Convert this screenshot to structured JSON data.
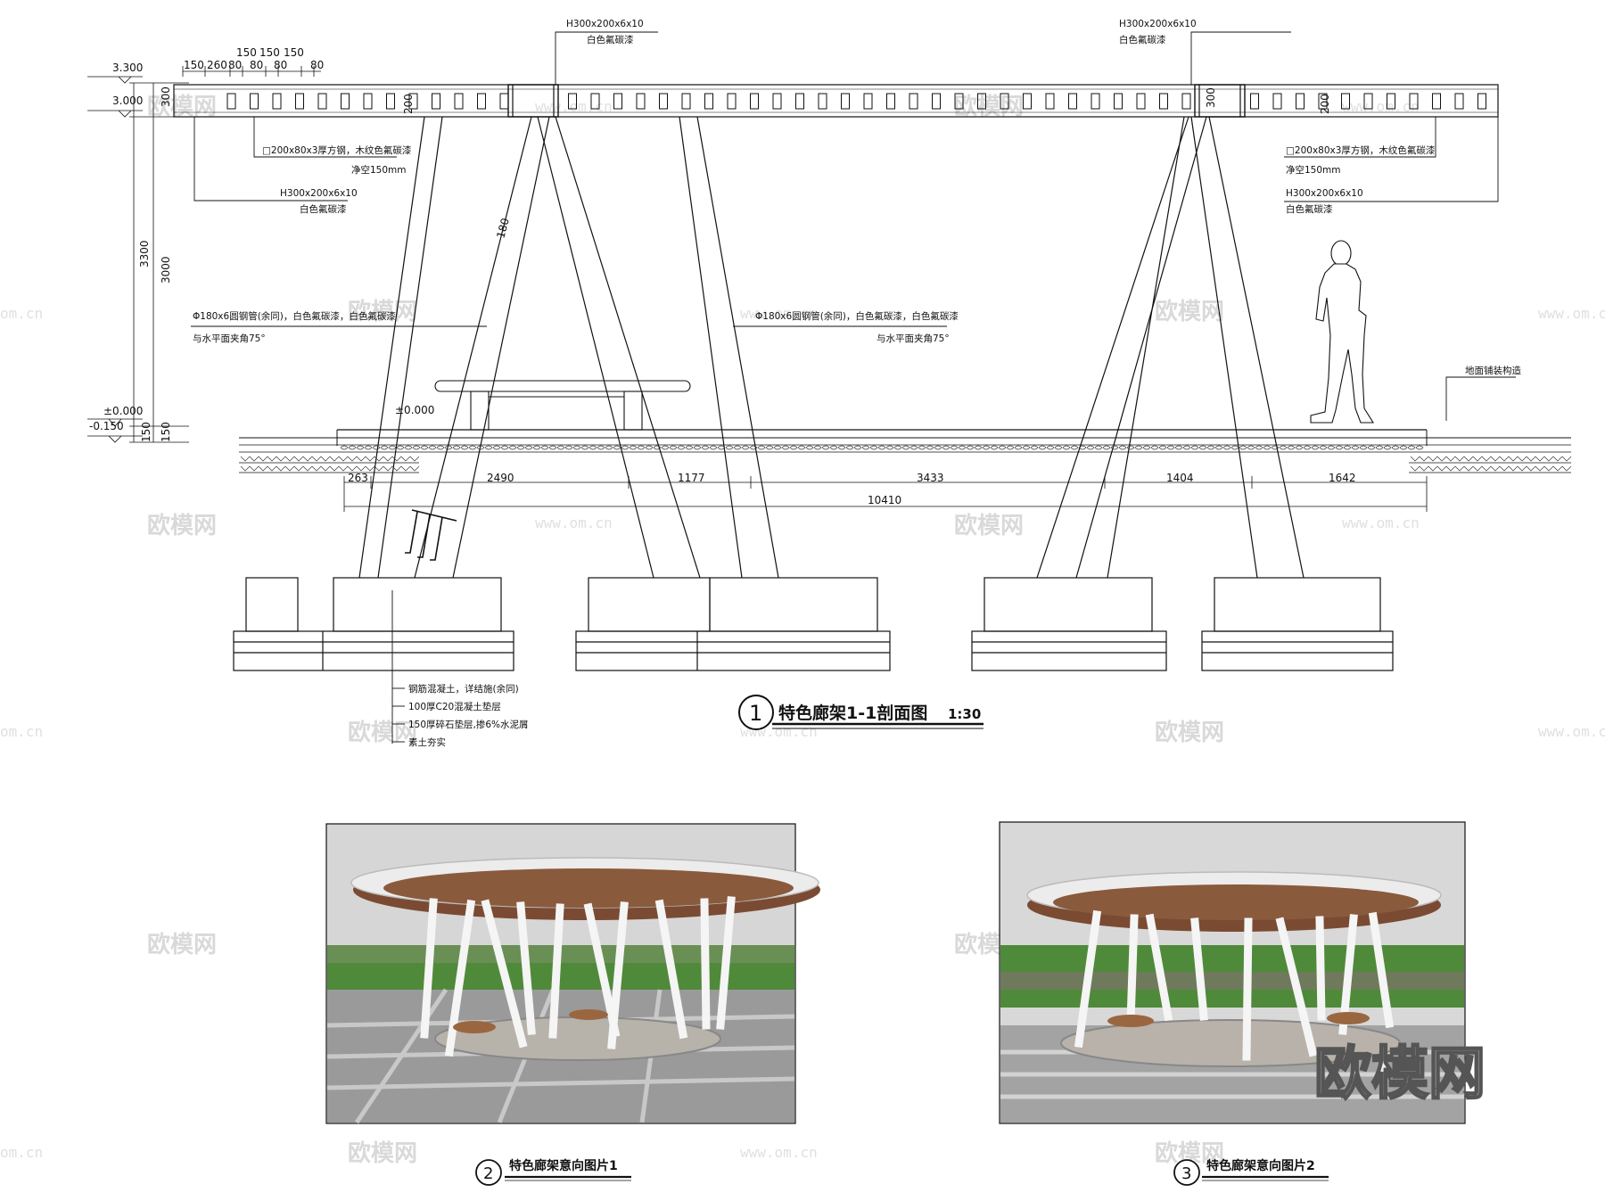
{
  "section": {
    "title": "特色廊架1-1剖面图",
    "scale": "1:30",
    "number": "1",
    "top_beam_labels": [
      {
        "spec": "H300x200x6x10",
        "finish": "白色氟碳漆"
      },
      {
        "spec": "H300x200x6x10",
        "finish": "白色氟碳漆"
      }
    ],
    "left_notes": {
      "tube": "□200x80x3厚方钢，木纹色氟碳漆",
      "clear": "净空150mm",
      "beam": "H300x200x6x10",
      "beam_finish": "白色氟碳漆"
    },
    "right_notes": {
      "tube": "□200x80x3厚方钢，木纹色氟碳漆",
      "clear": "净空150mm",
      "beam": "H300x200x6x10",
      "beam_finish": "白色氟碳漆"
    },
    "column_note_left": {
      "l1": "Φ180x6圆钢管(余同)，白色氟碳漆，白色氟碳漆",
      "l2": "与水平面夹角75°"
    },
    "column_note_right": {
      "l1": "Φ180x6圆钢管(余同)，白色氟碳漆，白色氟碳漆",
      "l2": "与水平面夹角75°"
    },
    "paving_note": "地面铺装构造",
    "level_labels": {
      "l3300": "3.300",
      "l3000": "3.000",
      "l0": "±0.000",
      "lm150": "-0.150",
      "l0b": "±0.000"
    },
    "vert_dims": {
      "d300": "300",
      "d3300": "3300",
      "d3000": "3000",
      "d150a": "150",
      "d150b": "150"
    },
    "top_dims": {
      "a": "150",
      "b": "260",
      "c": "80",
      "d": "80",
      "e": "80",
      "f": "80",
      "g": "150",
      "h": "150",
      "i": "150"
    },
    "beam_dims": {
      "b300a": "300",
      "b200a": "200",
      "b300b": "300",
      "b200b": "200",
      "b180": "180"
    },
    "bottom_dims": [
      "263",
      "2490",
      "1177",
      "3433",
      "1404",
      "1642"
    ],
    "total_dim": "10410",
    "foundation_notes": [
      "钢筋混凝土，详结施(余同)",
      "100厚C20混凝土垫层",
      "150厚碎石垫层,掺6%水泥屑",
      "素土夯实"
    ]
  },
  "photos": [
    {
      "number": "2",
      "caption": "特色廊架意向图片1"
    },
    {
      "number": "3",
      "caption": "特色廊架意向图片2"
    }
  ],
  "watermarks": {
    "brand": "欧模网",
    "site": "www.om.cn",
    "site_short": "om.cn"
  },
  "colors": {
    "line": "#111111",
    "grass": "#4f8a3a",
    "sky": "#d4d4d4",
    "roof_top": "#e8e8e8",
    "roof_under": "#7a4b32"
  }
}
